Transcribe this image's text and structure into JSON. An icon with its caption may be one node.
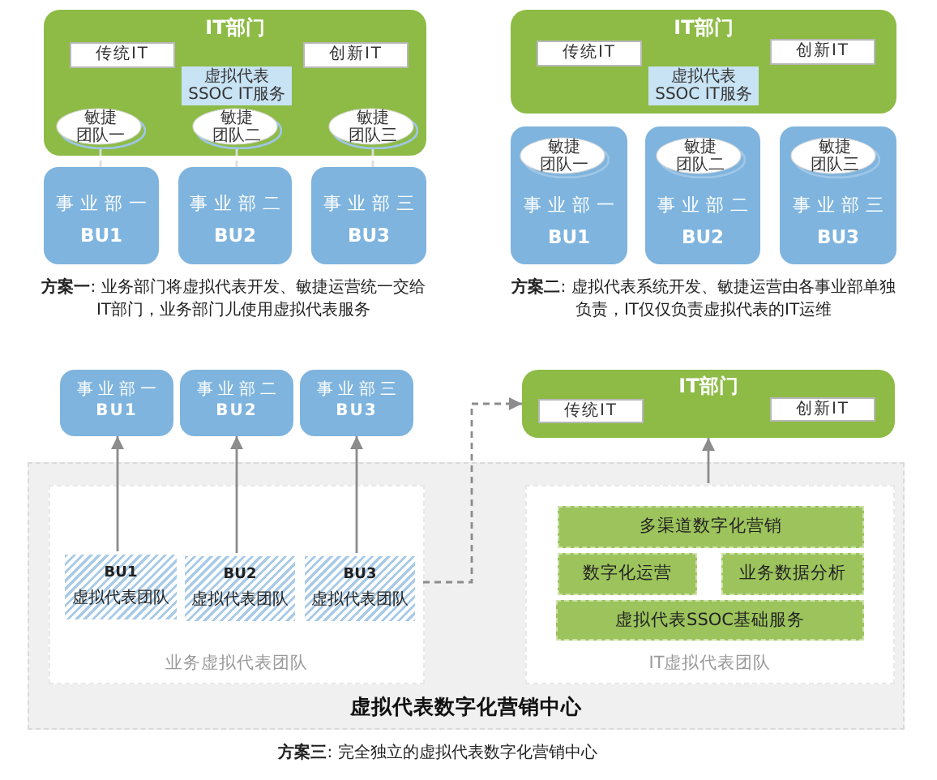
{
  "diagram": {
    "nodes": [
      {
        "text": [
          "IT部门"
        ]
      },
      {
        "text": [
          "传统IT"
        ],
        "in": 0
      },
      {
        "text": [
          "创新IT"
        ],
        "in": 0
      },
      {
        "text": [
          "虚拟代表SSOC IT服务"
        ],
        "in": 0
      },
      {
        "text": [
          "敏捷团队一"
        ],
        "in": 0
      },
      {
        "text": [
          "敏捷团队二"
        ],
        "in": 0
      },
      {
        "text": [
          "敏捷团队三"
        ],
        "in": 0
      },
      {
        "text": [
          "事业部一",
          "BU1"
        ]
      },
      {
        "text": [
          "事业部二",
          "BU2"
        ]
      },
      {
        "text": [
          "事业部三",
          "BU3"
        ]
      },
      {
        "text": [
          "IT部门"
        ]
      },
      {
        "text": [
          "传统IT"
        ],
        "in": 10
      },
      {
        "text": [
          "创新IT"
        ],
        "in": 10
      },
      {
        "text": [
          "虚拟代表SSOC IT服务"
        ],
        "in": 10
      },
      {
        "text": [
          "事业部一",
          "BU1"
        ]
      },
      {
        "text": [
          "敏捷团队一"
        ],
        "in": 14
      },
      {
        "text": [
          "事业部二",
          "BU2"
        ]
      },
      {
        "text": [
          "敏捷团队二"
        ],
        "in": 16
      },
      {
        "text": [
          "事业部三",
          "BU3"
        ]
      },
      {
        "text": [
          "敏捷团队三"
        ],
        "in": 18
      },
      {
        "text": [
          "事业部一",
          "BU1"
        ]
      },
      {
        "text": [
          "事业部二",
          "BU2"
        ]
      },
      {
        "text": [
          "事业部三",
          "BU3"
        ]
      },
      {
        "text": [
          "IT部门"
        ]
      },
      {
        "text": [
          "传统IT"
        ],
        "in": 23
      },
      {
        "text": [
          "创新IT"
        ],
        "in": 23
      },
      {
        "text": [
          "虚拟代表数字化营销中心"
        ]
      },
      {
        "text": [
          "业务虚拟代表团队"
        ],
        "in": 26
      },
      {
        "text": [
          "BU1",
          "虚拟代表团队"
        ],
        "in": 27
      },
      {
        "text": [
          "BU2",
          "虚拟代表团队"
        ],
        "in": 27
      },
      {
        "text": [
          "BU3",
          "虚拟代表团队"
        ],
        "in": 27
      },
      {
        "text": [
          "IT虚拟代表团队"
        ],
        "in": 26
      },
      {
        "text": [
          "多渠道数字化营销"
        ],
        "in": 31
      },
      {
        "text": [
          "数字化运营"
        ],
        "in": 31
      },
      {
        "text": [
          "业务数据分析"
        ],
        "in": 31
      },
      {
        "text": [
          "虚拟代表SSOC基础服务"
        ],
        "in": 31
      }
    ],
    "edges": [
      {
        "from": 4,
        "to": 7,
        "arrow": "none",
        "style": "dashed",
        "color": "#dddddd"
      },
      {
        "from": 5,
        "to": 8,
        "arrow": "none",
        "style": "dashed",
        "color": "#dddddd"
      },
      {
        "from": 6,
        "to": 9,
        "arrow": "none",
        "style": "dashed",
        "color": "#dddddd"
      },
      {
        "from": 28,
        "to": 20,
        "arrow": "to"
      },
      {
        "from": 29,
        "to": 21,
        "arrow": "to"
      },
      {
        "from": 30,
        "to": 22,
        "arrow": "to"
      },
      {
        "from": 31,
        "to": 23,
        "arrow": "to"
      },
      {
        "from": 27,
        "to": 23,
        "arrow": "to",
        "style": "dashed"
      }
    ],
    "labels": [
      "**方案一**: 业务部门将虚拟代表开发、敏捷运营统一交给IT部门，业务部门儿使用虚拟代表服务",
      "**方案二**: 虚拟代表系统开发、敏捷运营由各事业部单独负责，IT仅仅负责虚拟代表的IT运维",
      "**方案三**: 完全独立的虚拟代表数字化营销中心"
    ]
  }
}
